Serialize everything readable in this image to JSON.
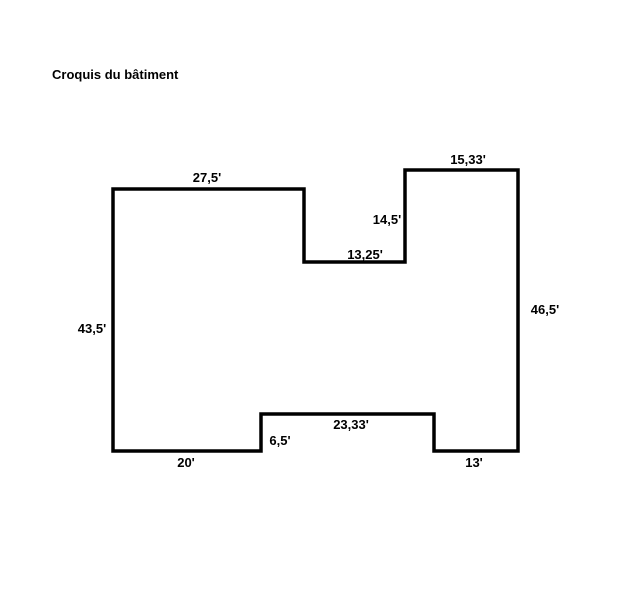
{
  "title": "Croquis du bâtiment",
  "colors": {
    "outline": "#000000",
    "background": "#ffffff"
  },
  "dimensions": {
    "top_left": "27,5'",
    "top_right": "15,33'",
    "notch_depth": "14,5'",
    "notch_bottom": "13,25'",
    "left": "43,5'",
    "right": "46,5'",
    "bottom_left": "20'",
    "step": "6,5'",
    "bottom_middle": "23,33'",
    "bottom_right": "13'"
  }
}
